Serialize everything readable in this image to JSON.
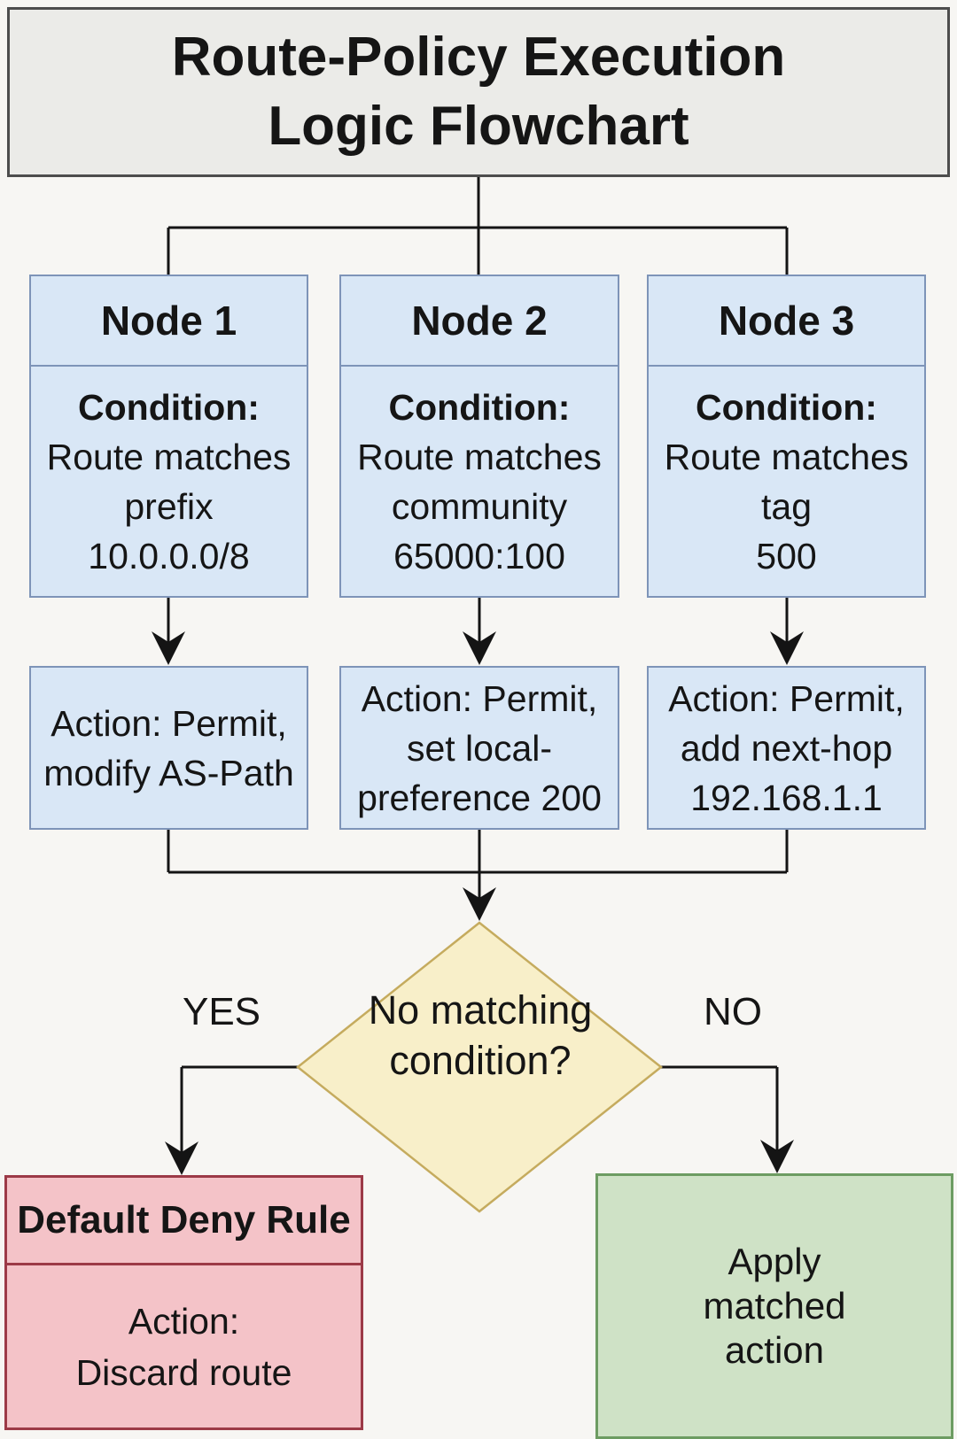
{
  "title": {
    "line1": "Route-Policy Execution",
    "line2": "Logic Flowchart"
  },
  "nodes": [
    {
      "header": "Node 1",
      "condition_title": "Condition:",
      "condition_lines": [
        "Route matches",
        "prefix",
        "10.0.0.0/8"
      ],
      "action_lines": [
        "Action: Permit,",
        "modify AS-Path"
      ]
    },
    {
      "header": "Node 2",
      "condition_title": "Condition:",
      "condition_lines": [
        "Route matches",
        "community",
        "65000:100"
      ],
      "action_lines": [
        "Action: Permit,",
        "set local-",
        "preference 200"
      ]
    },
    {
      "header": "Node 3",
      "condition_title": "Condition:",
      "condition_lines": [
        "Route matches",
        "tag",
        "500"
      ],
      "action_lines": [
        "Action: Permit,",
        "add next-hop",
        "192.168.1.1"
      ]
    }
  ],
  "decision": {
    "line1": "No matching",
    "line2": "condition?",
    "yes_label": "YES",
    "no_label": "NO"
  },
  "default_deny": {
    "header": "Default Deny Rule",
    "line1": "Action:",
    "line2": "Discard route"
  },
  "apply_action": {
    "line1": "Apply",
    "line2": "matched",
    "line3": "action"
  },
  "colors": {
    "background": "#f7f6f3",
    "title_fill": "#ebebe8",
    "title_border": "#4d4d4d",
    "node_fill": "#d9e7f6",
    "node_border": "#7e94b8",
    "diamond_fill": "#f8efc9",
    "diamond_border": "#c5ab5e",
    "deny_fill": "#f4c3c8",
    "deny_border": "#9c3a47",
    "apply_fill": "#cfe2c6",
    "apply_border": "#6d9c62",
    "connector": "#141414"
  }
}
